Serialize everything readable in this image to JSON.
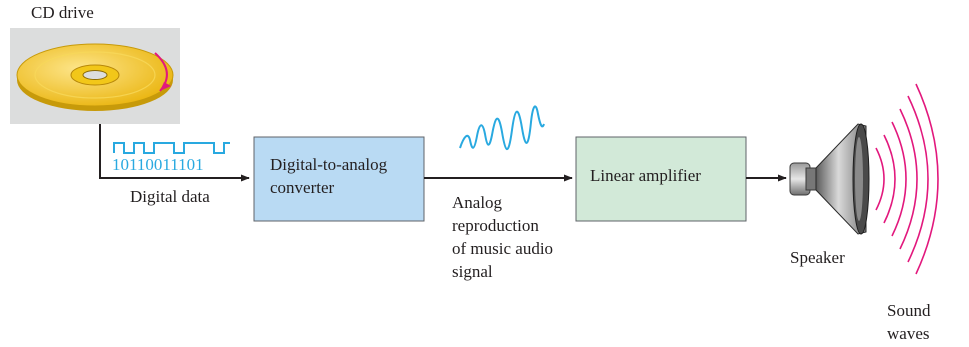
{
  "labels": {
    "cd_drive": "CD drive",
    "bits": "10110011101",
    "digital_data": "Digital data",
    "dac_line1": "Digital-to-analog",
    "dac_line2": "converter",
    "analog_line1": "Analog",
    "analog_line2": "reproduction",
    "analog_line3": "of music audio",
    "analog_line4": "signal",
    "amplifier": "Linear amplifier",
    "speaker": "Speaker",
    "sound_line1": "Sound",
    "sound_line2": "waves"
  },
  "colors": {
    "line": "#231f20",
    "dac_fill": "#b9daf3",
    "amp_fill": "#d2e9d8",
    "digital_signal": "#29a9e0",
    "sound_waves": "#e2187d",
    "disc": "#f3c313",
    "cd_bg": "#dcdddd"
  },
  "icons": [
    "cd-disc-icon",
    "rotation-arrow-icon",
    "square-wave-icon",
    "analog-waveform-icon",
    "speaker-icon"
  ]
}
